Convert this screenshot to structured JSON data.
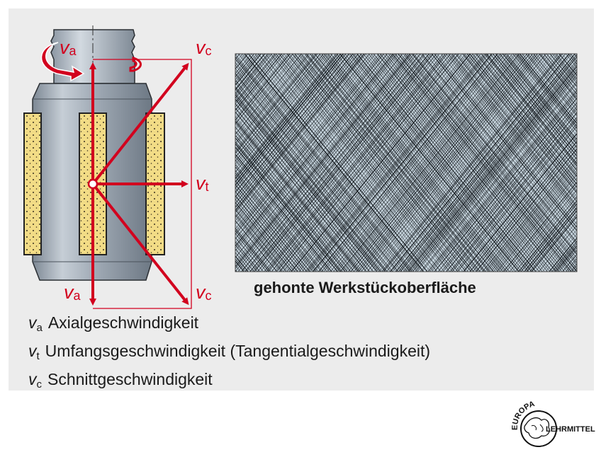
{
  "symbols": {
    "va": {
      "base": "v",
      "sub": "a"
    },
    "vt": {
      "base": "v",
      "sub": "t"
    },
    "vc": {
      "base": "v",
      "sub": "c"
    }
  },
  "caption": "gehonte Werkstückoberfläche",
  "legend": [
    {
      "base": "v",
      "sub": "a",
      "text": "Axialgeschwindigkeit"
    },
    {
      "base": "v",
      "sub": "t",
      "text": "Umfangsgeschwindigkeit (Tangentialgeschwindigkeit)"
    },
    {
      "base": "v",
      "sub": "c",
      "text": "Schnittgeschwindigkeit"
    }
  ],
  "logo": {
    "top_text": "EUROPA",
    "right_text": "LEHRMITTEL"
  },
  "colors": {
    "arrow": "#d2001e",
    "panel": "#ececec",
    "texture": "#12171c",
    "stone": "#f2dc86"
  }
}
